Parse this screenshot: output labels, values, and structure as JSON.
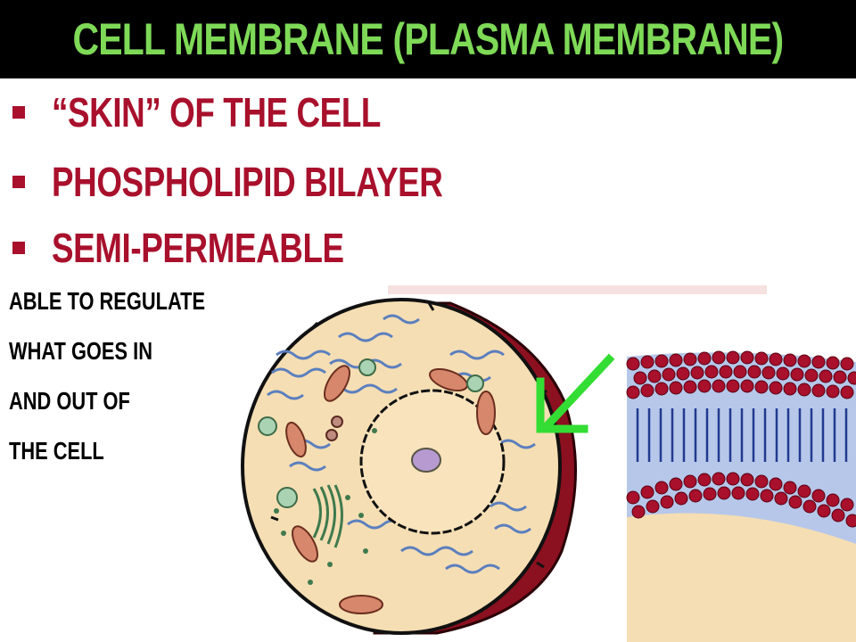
{
  "slide": {
    "title": "CELL MEMBRANE (PLASMA MEMBRANE)",
    "bullets": [
      "“SKIN” OF THE CELL",
      "PHOSPHOLIPID BILAYER",
      "SEMI-PERMEABLE"
    ],
    "detail_lines": [
      "ABLE TO REGULATE",
      "WHAT GOES IN",
      "AND OUT OF",
      "THE CELL"
    ]
  },
  "colors": {
    "title_bg": "#000000",
    "title_text": "#7ed957",
    "bullet_text": "#a8102c",
    "membrane": "#8b1020",
    "cytoplasm": "#f5deb3",
    "arrow": "#33dd33"
  },
  "icons": {
    "bullet_marker": "square-bullet-icon",
    "pointer": "green-arrow-icon"
  }
}
